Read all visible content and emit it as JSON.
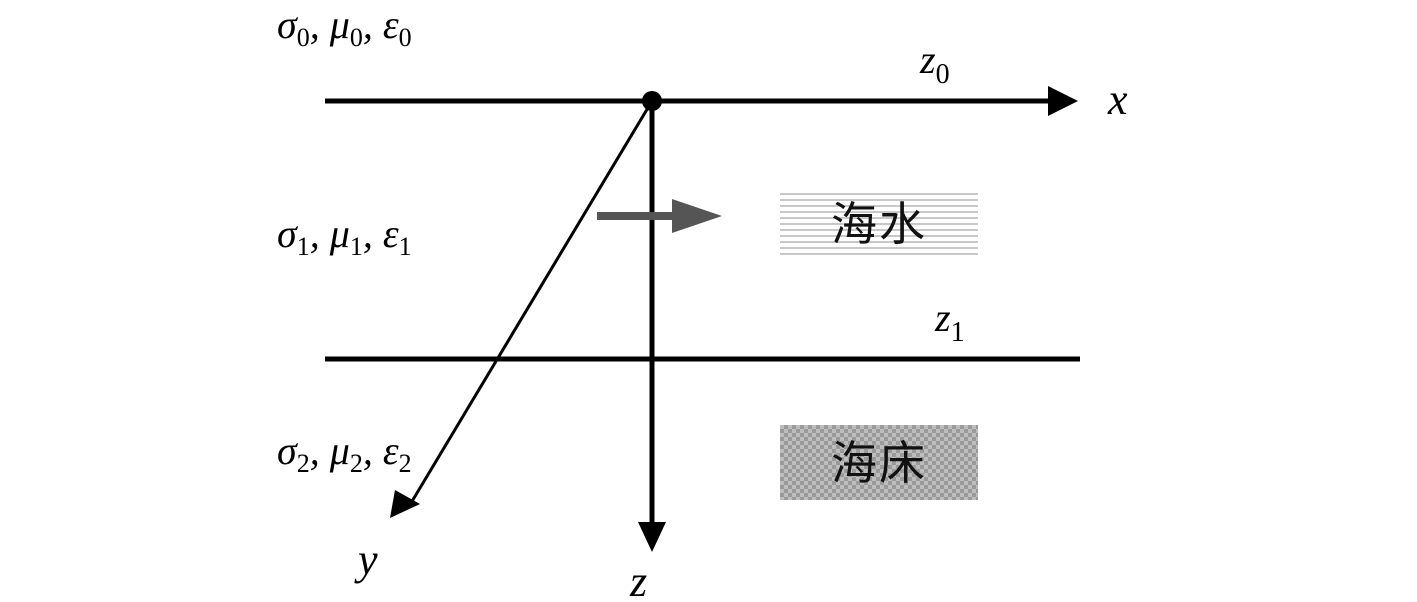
{
  "layers": [
    {
      "sigma": "σ",
      "mu": "μ",
      "eps": "ε",
      "index": "0",
      "sep1": ", ",
      "sep2": ", "
    },
    {
      "sigma": "σ",
      "mu": "μ",
      "eps": "ε",
      "index": "1",
      "sep1": ", ",
      "sep2": ", "
    },
    {
      "sigma": "σ",
      "mu": "μ",
      "eps": "ε",
      "index": "2",
      "sep1": ", ",
      "sep2": ", "
    }
  ],
  "interfaces": [
    {
      "symbol": "z",
      "index": "0"
    },
    {
      "symbol": "z",
      "index": "1"
    }
  ],
  "axes": {
    "x": "x",
    "y": "y",
    "z": "z"
  },
  "legend": {
    "seawater": "海水",
    "seabed": "海床"
  },
  "colors": {
    "line": "#000000",
    "flow_arrow": "#555555"
  }
}
